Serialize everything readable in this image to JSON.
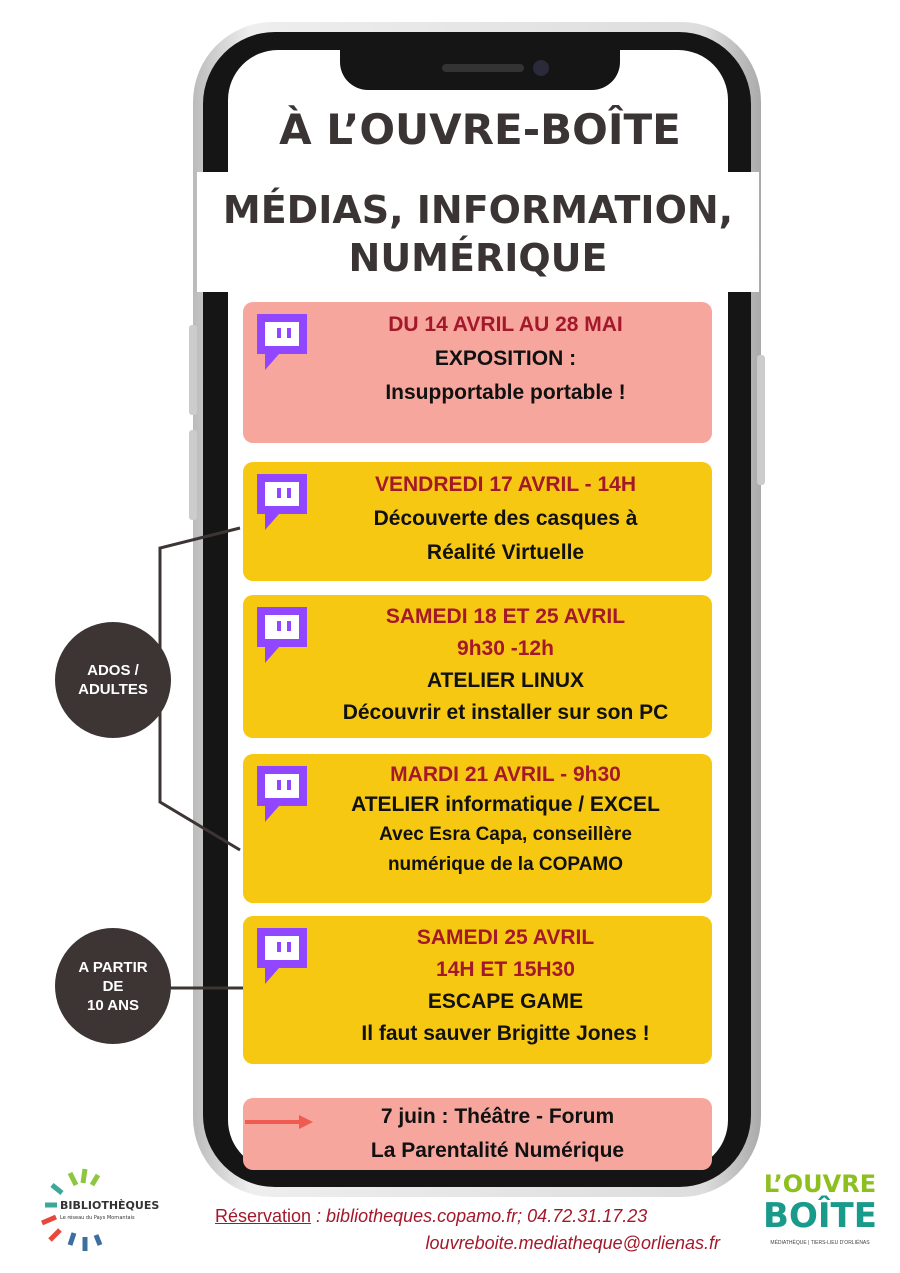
{
  "header": {
    "title": "À L’OUVRE-BOÎTE",
    "subtitle_line1": "MÉDIAS, INFORMATION,",
    "subtitle_line2": "NUMÉRIQUE"
  },
  "events": [
    {
      "date": "DU 14 AVRIL AU 28 MAI",
      "lines": [
        "EXPOSITION :",
        "Insupportable portable !"
      ],
      "color": "#f6a69c"
    },
    {
      "date": "VENDREDI 17 AVRIL - 14H",
      "lines": [
        "Découverte des casques à",
        "Réalité Virtuelle"
      ],
      "color": "#f6c812"
    },
    {
      "date": "SAMEDI 18 ET 25 AVRIL",
      "date2": "9h30 -12h",
      "lines": [
        "ATELIER LINUX",
        "Découvrir et installer sur son PC"
      ],
      "color": "#f6c812"
    },
    {
      "date": "MARDI 21 AVRIL - 9h30",
      "lines": [
        "ATELIER informatique / EXCEL",
        "Avec Esra Capa, conseillère",
        "numérique de la COPAMO"
      ],
      "color": "#f6c812"
    },
    {
      "date": "SAMEDI 25 AVRIL",
      "date2": "14H ET 15H30",
      "lines": [
        "ESCAPE GAME",
        "Il faut sauver Brigitte Jones !"
      ],
      "color": "#f6c812"
    },
    {
      "lines": [
        "7 juin : Théâtre - Forum",
        "La Parentalité Numérique"
      ],
      "color": "#f6a69c"
    }
  ],
  "audiences": {
    "adults": [
      "ADOS /",
      "ADULTES"
    ],
    "kids": [
      "A PARTIR",
      "DE",
      "10 ANS"
    ]
  },
  "footer": {
    "reservation_label": "Réservation",
    "reservation_text": " : bibliotheques.copamo.fr; 04.72.31.17.23",
    "email": "louvreboite.mediatheque@orlienas.fr"
  },
  "logos": {
    "left": {
      "name": "BIBLIOTHÈQUES",
      "tagline": "Le réseau du Pays Mornantais"
    },
    "right": {
      "line1": "L’OUVRE",
      "line2": "BOÎTE",
      "tagline": "MÉDIATHÈQUE | TIERS-LIEU D’ORLIÉNAS"
    }
  },
  "colors": {
    "accent": "#a3182a",
    "twitch": "#9146ff",
    "dark": "#3d3434"
  }
}
